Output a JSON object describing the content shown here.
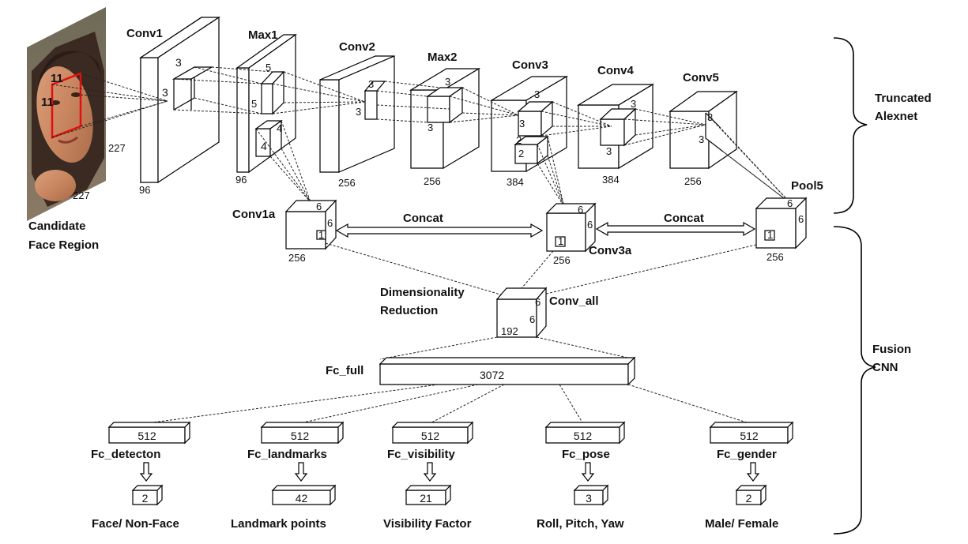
{
  "input": {
    "caption_line1": "Candidate",
    "caption_line2": "Face Region",
    "kernel_w": "11",
    "kernel_h": "11",
    "width": "227",
    "height": "227"
  },
  "layers": {
    "conv1": {
      "label": "Conv1",
      "depth": "96",
      "kernel": "3"
    },
    "max1": {
      "label": "Max1",
      "depth": "96",
      "kernel_top": "5",
      "kernel_side": "5",
      "sub_top": "4",
      "sub_side": "4"
    },
    "conv2": {
      "label": "Conv2",
      "depth": "256",
      "kernel_top": "3",
      "kernel_side": "3"
    },
    "max2": {
      "label": "Max2",
      "depth": "256",
      "kernel_top": "3",
      "kernel_side": "3"
    },
    "conv3": {
      "label": "Conv3",
      "depth": "384",
      "kernel_top": "3",
      "kernel_side": "3",
      "sub_top": "2",
      "sub_side": "2"
    },
    "conv4": {
      "label": "Conv4",
      "depth": "384",
      "kernel_top": "3",
      "kernel_side": "3"
    },
    "conv5": {
      "label": "Conv5",
      "depth": "256",
      "kernel_top": "3",
      "kernel_side": "3"
    }
  },
  "fusion": {
    "conv1a": {
      "label": "Conv1a",
      "w": "6",
      "h": "6",
      "kernel": "1",
      "depth": "256"
    },
    "conv3a": {
      "label": "Conv3a",
      "w": "6",
      "h": "6",
      "kernel": "1",
      "depth": "256"
    },
    "pool5": {
      "label": "Pool5",
      "w": "6",
      "h": "6",
      "kernel": "1",
      "depth": "256"
    },
    "concat_left": "Concat",
    "concat_right": "Concat",
    "dimred_line1": "Dimensionality",
    "dimred_line2": "Reduction",
    "conv_all": {
      "label": "Conv_all",
      "w": "6",
      "h": "6",
      "depth": "192"
    },
    "fc_full": {
      "label": "Fc_full",
      "units": "3072"
    }
  },
  "heads": [
    {
      "fc_label": "Fc_detecton",
      "fc_units": "512",
      "out_units": "2",
      "task": "Face/ Non-Face"
    },
    {
      "fc_label": "Fc_landmarks",
      "fc_units": "512",
      "out_units": "42",
      "task": "Landmark points"
    },
    {
      "fc_label": "Fc_visibility",
      "fc_units": "512",
      "out_units": "21",
      "task": "Visibility Factor"
    },
    {
      "fc_label": "Fc_pose",
      "fc_units": "512",
      "out_units": "3",
      "task": "Roll, Pitch, Yaw"
    },
    {
      "fc_label": "Fc_gender",
      "fc_units": "512",
      "out_units": "2",
      "task": "Male/ Female"
    }
  ],
  "braces": {
    "top_line1": "Truncated",
    "top_line2": "Alexnet",
    "bottom_line1": "Fusion",
    "bottom_line2": "CNN"
  }
}
